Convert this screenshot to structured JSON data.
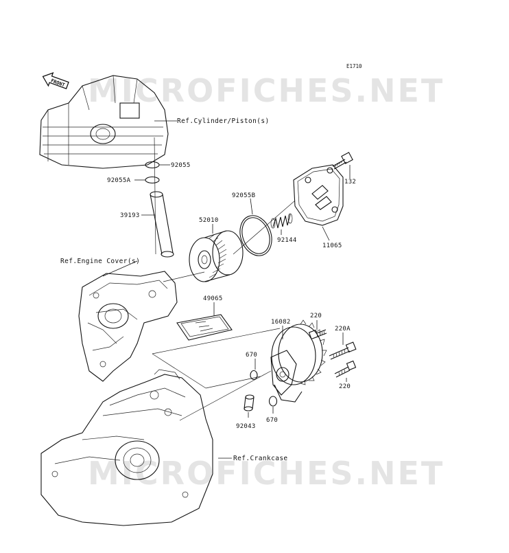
{
  "diagram_code": "E1710",
  "front_label": "FRONT",
  "watermark": "MICROFICHES.NET",
  "references": {
    "cylinder": "Ref.Cylinder/Piston(s)",
    "engine_cover": "Ref.Engine Cover(s)",
    "crankcase": "Ref.Crankcase"
  },
  "parts": [
    {
      "id": "92055",
      "label": "92055"
    },
    {
      "id": "92055A",
      "label": "92055A"
    },
    {
      "id": "39193",
      "label": "39193"
    },
    {
      "id": "52010",
      "label": "52010"
    },
    {
      "id": "92055B",
      "label": "92055B"
    },
    {
      "id": "92144",
      "label": "92144"
    },
    {
      "id": "11065",
      "label": "11065"
    },
    {
      "id": "132",
      "label": "132"
    },
    {
      "id": "49065",
      "label": "49065"
    },
    {
      "id": "16082",
      "label": "16082"
    },
    {
      "id": "220a",
      "label": "220"
    },
    {
      "id": "220A",
      "label": "220A"
    },
    {
      "id": "220b",
      "label": "220"
    },
    {
      "id": "670a",
      "label": "670"
    },
    {
      "id": "670b",
      "label": "670"
    },
    {
      "id": "92043",
      "label": "92043"
    }
  ]
}
